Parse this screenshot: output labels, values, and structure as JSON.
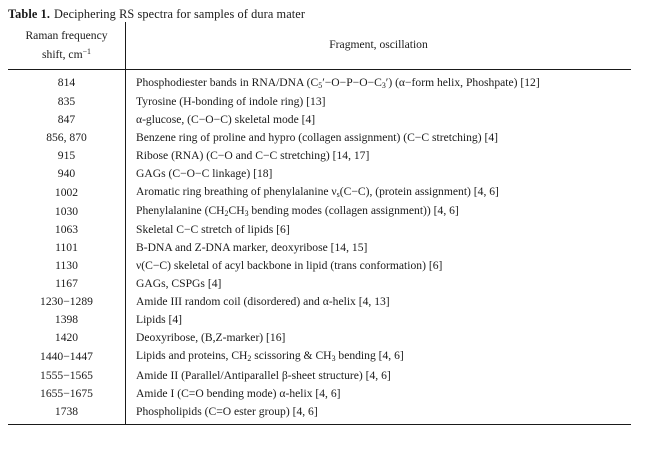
{
  "caption": {
    "label": "Table 1.",
    "text": "Deciphering RS spectra for samples of dura mater"
  },
  "table": {
    "headers": {
      "shift_line1": "Raman frequency",
      "shift_line2_prefix": "shift, cm",
      "shift_line2_sup": "−1",
      "fragment": "Fragment, oscillation"
    },
    "rows": [
      {
        "shift": "814",
        "fragment_html": "Phosphodiester bands in RNA/DNA (C<sub>5</sub>′−O−P−O−C<sub>3</sub>′) (α−form helix, Phoshpate) [12]",
        "fragment_text": "Phosphodiester bands in RNA/DNA (C5′−O−P−O−C3′) (α−form helix, Phoshpate) [12]"
      },
      {
        "shift": "835",
        "fragment_html": "Tyrosine (H-bonding of indole ring) [13]",
        "fragment_text": "Tyrosine (H-bonding of indole ring) [13]"
      },
      {
        "shift": "847",
        "fragment_html": "α-glucose, (C−O−C) skeletal mode [4]",
        "fragment_text": "α-glucose, (C−O−C) skeletal mode [4]"
      },
      {
        "shift": "856, 870",
        "fragment_html": "Benzene ring of proline and hypro (collagen assignment) (C−C stretching) [4]",
        "fragment_text": "Benzene ring of proline and hypro (collagen assignment) (C−C stretching) [4]"
      },
      {
        "shift": "915",
        "fragment_html": "Ribose (RNA) (C−O and C−C stretching) [14, 17]",
        "fragment_text": "Ribose (RNA) (C−O and C−C stretching) [14, 17]"
      },
      {
        "shift": "940",
        "fragment_html": "GAGs (C−O−C linkage) [18]",
        "fragment_text": "GAGs (C−O−C linkage) [18]"
      },
      {
        "shift": "1002",
        "fragment_html": "Aromatic ring breathing of phenylalanine ν<sub>s</sub>(C−C), (protein assignment) [4, 6]",
        "fragment_text": "Aromatic ring breathing of phenylalanine νs(C−C), (protein assignment) [4, 6]"
      },
      {
        "shift": "1030",
        "fragment_html": "Phenylalanine (CH<sub>2</sub>CH<sub>3</sub> bending modes (collagen assignment)) [4, 6]",
        "fragment_text": "Phenylalanine (CH2CH3 bending modes (collagen assignment)) [4, 6]"
      },
      {
        "shift": "1063",
        "fragment_html": "Skeletal C−C stretch of lipids [6]",
        "fragment_text": "Skeletal C−C stretch of lipids [6]"
      },
      {
        "shift": "1101",
        "fragment_html": "B-DNA and Z-DNA marker, deoxyribose [14, 15]",
        "fragment_text": "B-DNA and Z-DNA marker, deoxyribose [14, 15]"
      },
      {
        "shift": "1130",
        "fragment_html": "ν(C−C) skeletal of acyl backbone in lipid (trans conformation) [6]",
        "fragment_text": "ν(C−C) skeletal of acyl backbone in lipid (trans conformation) [6]"
      },
      {
        "shift": "1167",
        "fragment_html": "GAGs, CSPGs [4]",
        "fragment_text": "GAGs, CSPGs [4]"
      },
      {
        "shift": "1230−1289",
        "fragment_html": "Amide III random coil (disordered) and α-helix [4, 13]",
        "fragment_text": "Amide III random coil (disordered) and α-helix [4, 13]"
      },
      {
        "shift": "1398",
        "fragment_html": "Lipids [4]",
        "fragment_text": "Lipids [4]"
      },
      {
        "shift": "1420",
        "fragment_html": "Deoxyribose, (B,Z-marker) [16]",
        "fragment_text": "Deoxyribose, (B,Z-marker) [16]"
      },
      {
        "shift": "1440−1447",
        "fragment_html": "Lipids and proteins, CH<sub>2</sub> scissoring &amp; CH<sub>3</sub> bending [4, 6]",
        "fragment_text": "Lipids and proteins, CH2 scissoring & CH3 bending [4, 6]"
      },
      {
        "shift": "1555−1565",
        "fragment_html": "Amide II (Parallel/Antiparallel β-sheet structure) [4, 6]",
        "fragment_text": "Amide II (Parallel/Antiparallel β-sheet structure) [4, 6]"
      },
      {
        "shift": "1655−1675",
        "fragment_html": "Amide I (C=O bending mode) α-helix [4, 6]",
        "fragment_text": "Amide I (C=O bending mode) α-helix [4, 6]"
      },
      {
        "shift": "1738",
        "fragment_html": "Phospholipids (C=O ester group) [4, 6]",
        "fragment_text": "Phospholipids (C=O ester group) [4, 6]"
      }
    ]
  },
  "colors": {
    "text": "#1a1a1a",
    "rule": "#1a1a1a",
    "background": "#ffffff"
  }
}
